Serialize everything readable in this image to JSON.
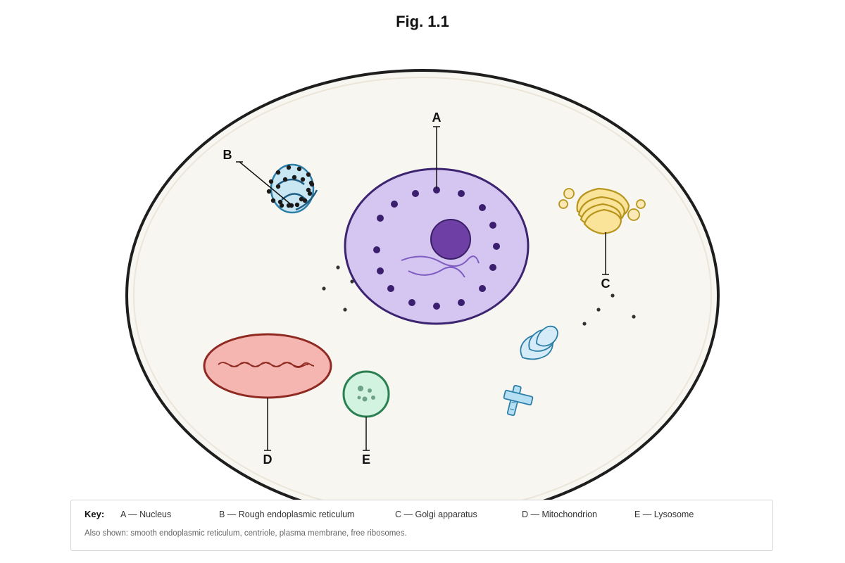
{
  "figure": {
    "title": "Fig. 1.1"
  },
  "labels": {
    "A": "A",
    "B": "B",
    "C": "C",
    "D": "D",
    "E": "E"
  },
  "key": {
    "heading": "Key:",
    "items": [
      "A — Nucleus",
      "B — Rough endoplasmic reticulum",
      "C — Golgi apparatus",
      "D — Mitochondrion",
      "E — Lysosome"
    ],
    "note": "Also shown: smooth endoplasmic reticulum, centriole, plasma membrane, free ribosomes."
  },
  "colors": {
    "cytoplasm": "#f8f6f1",
    "membrane": "#1e1e1e",
    "nucleus_fill": "#d4c6f0",
    "nucleus_stroke": "#3d2470",
    "nucleolus": "#6e3fa5",
    "golgi_fill": "#f9e49a",
    "golgi_stroke": "#b8961e",
    "mitochondrion_fill": "#f5b5b0",
    "mitochondrion_stroke": "#8e2a22",
    "lysosome_fill": "#d2f3e0",
    "lysosome_stroke": "#2a8050",
    "er_fill": "#c9e6f3",
    "er_stroke": "#2e7fa8"
  }
}
